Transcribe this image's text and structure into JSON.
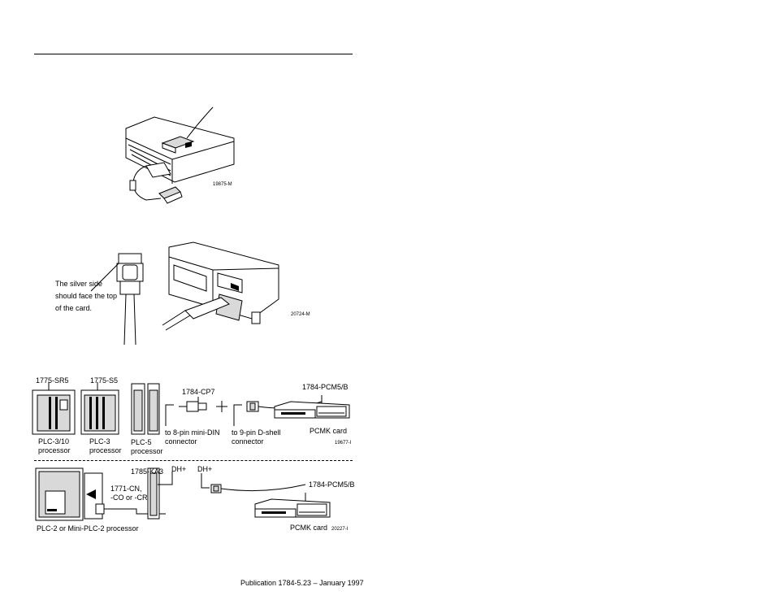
{
  "figure1": {
    "id_code": "19875-M"
  },
  "figure2": {
    "note_lines": [
      "The silver side",
      "should face the top",
      "of the card."
    ],
    "id_code": "20724-M"
  },
  "figure3": {
    "processors": {
      "sr5_label": "1775-SR5",
      "s5_label": "1775-S5",
      "plc310": [
        "PLC-3/10",
        "processor"
      ],
      "plc3": [
        "PLC-3",
        "processor"
      ],
      "plc5": [
        "PLC-5",
        "processor"
      ]
    },
    "cable_label": "1784-CP7",
    "pcm_label": "1784-PCM5/B",
    "mini_din": [
      "to 8-pin mini-DIN",
      "connector"
    ],
    "dshell": [
      "to 9-pin D-shell",
      "connector"
    ],
    "pcmk_label": "PCMK card",
    "id_code": "19677-I"
  },
  "figure4": {
    "ka3_label": "1785-KA3",
    "dh_left": "DH+",
    "dh_right": "DH+",
    "cable": [
      "1771-CN,",
      "-CO or -CR"
    ],
    "pcm_label": "1784-PCM5/B",
    "plc2_label": "PLC-2 or Mini-PLC-2 processor",
    "pcmk_label": "PCMK card",
    "id_code": "20227-I"
  },
  "footer": {
    "publication": "Publication 1784-5.23 – January 1997"
  }
}
